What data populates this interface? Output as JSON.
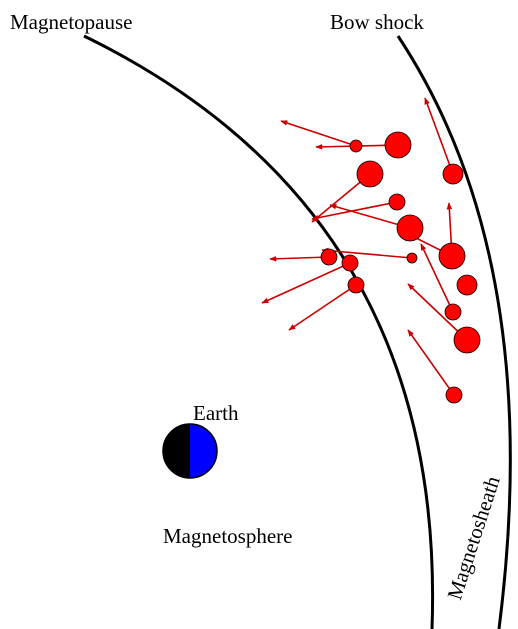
{
  "labels": {
    "magnetopause": "Magnetopause",
    "bow_shock": "Bow shock",
    "earth": "Earth",
    "magnetosphere": "Magnetosphere",
    "magnetosheath": "Magnetosheath"
  },
  "colors": {
    "boundary": "#000000",
    "particle": "#ff0000",
    "arrow": "#cc0000",
    "earth_night": "#000000",
    "earth_day": "#0000ff"
  }
}
